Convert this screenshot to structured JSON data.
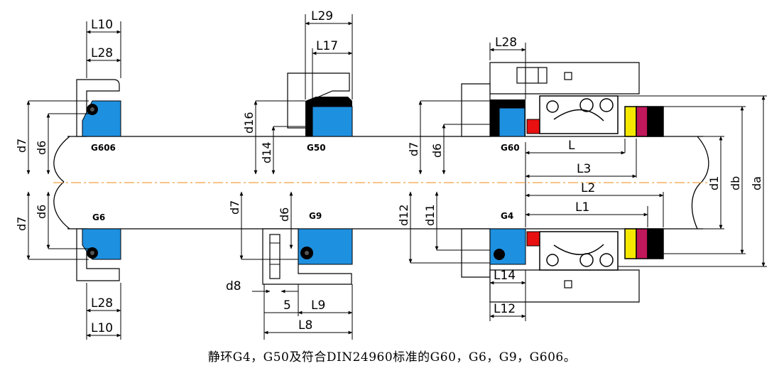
{
  "colors": {
    "seal_blue": "#1e90e0",
    "spring_red": "#e81010",
    "ring_yellow": "#f5e800",
    "ring_magenta": "#c0185a",
    "ring_black": "#000000",
    "centerline": "#f0a040"
  },
  "labels": {
    "g606": "G606",
    "g6": "G6",
    "g50": "G50",
    "g9": "G9",
    "g60": "G60",
    "g4": "G4",
    "L10_top": "L10",
    "L28_top": "L28",
    "L10_bot": "L10",
    "L28_bot": "L28",
    "L29": "L29",
    "L17": "L17",
    "L28_right": "L28",
    "L9": "L9",
    "L8": "L8",
    "five": "5",
    "d8": "d8",
    "L": "L",
    "L3": "L3",
    "L2": "L2",
    "L1": "L1",
    "L14": "L14",
    "L12": "L12",
    "d7_a": "d7",
    "d6_a": "d6",
    "d7_b": "d7",
    "d6_b": "d6",
    "d16": "d16",
    "d14": "d14",
    "d7_c": "d7",
    "d6_c": "d6",
    "d7_d": "d7",
    "d6_d": "d6",
    "d12": "d12",
    "d11": "d11",
    "d1": "d1",
    "db": "db",
    "da": "da"
  },
  "caption": "静环G4，G50及符合DIN24960标准的G60，G6，G9，G606。"
}
